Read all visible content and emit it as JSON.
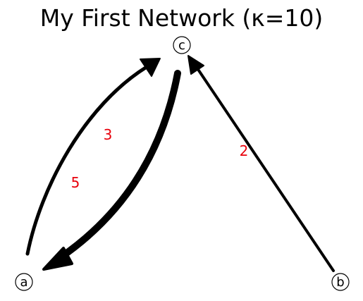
{
  "title": "My First Network (κ=10)",
  "colors": {
    "edge": "#000000",
    "edge_label": "#e8000b",
    "node_fill": "#ffffff",
    "node_stroke": "#000000"
  },
  "nodes": [
    {
      "id": "a",
      "label": "a"
    },
    {
      "id": "b",
      "label": "b"
    },
    {
      "id": "c",
      "label": "c"
    }
  ],
  "edges": [
    {
      "from": "a",
      "to": "c",
      "label": "3",
      "weight": 3
    },
    {
      "from": "c",
      "to": "a",
      "label": "5",
      "weight": 5
    },
    {
      "from": "b",
      "to": "c",
      "label": "2",
      "weight": 2
    }
  ]
}
